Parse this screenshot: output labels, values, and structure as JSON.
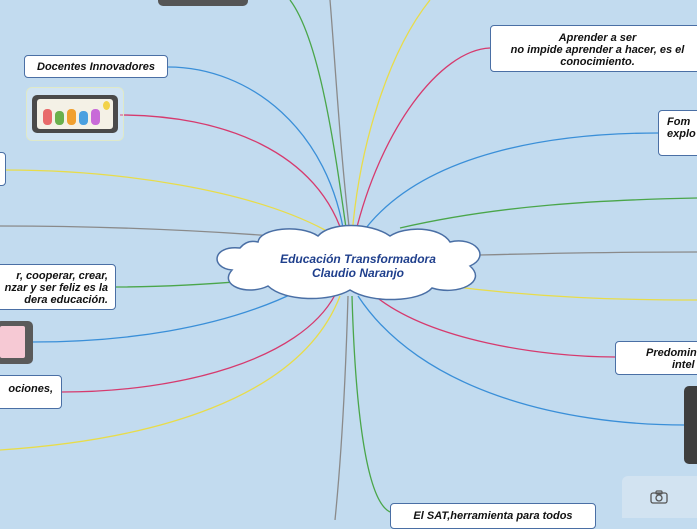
{
  "colors": {
    "background": "#c2dbef",
    "node_border": "#4a6fa5",
    "center_text": "#1f3f8c",
    "branch_blue": "#3a8fd8",
    "branch_green": "#4aa64a",
    "branch_yellow": "#e8dc4a",
    "branch_red": "#d63a6e",
    "branch_gray": "#8a8a8a"
  },
  "center": {
    "line1": "Educación Transformadora",
    "line2": "Claudio Naranjo"
  },
  "nodes": {
    "docentes": "Docentes Innovadores",
    "aprender_1": "Aprender a ser",
    "aprender_2": "no impide aprender a hacer, es el",
    "aprender_3": "conocimiento.",
    "fom_1": "Fom",
    "fom_2": "explo",
    "cooperar_1": "r, cooperar, crear,",
    "cooperar_2": "nzar y ser feliz es la",
    "cooperar_3": "dera educación.",
    "emociones": "ociones,",
    "predomin_1": "Predomin",
    "predomin_2": "intel",
    "sat": "El SAT,herramienta para todos"
  },
  "icons": {
    "camera": "camera-icon"
  }
}
